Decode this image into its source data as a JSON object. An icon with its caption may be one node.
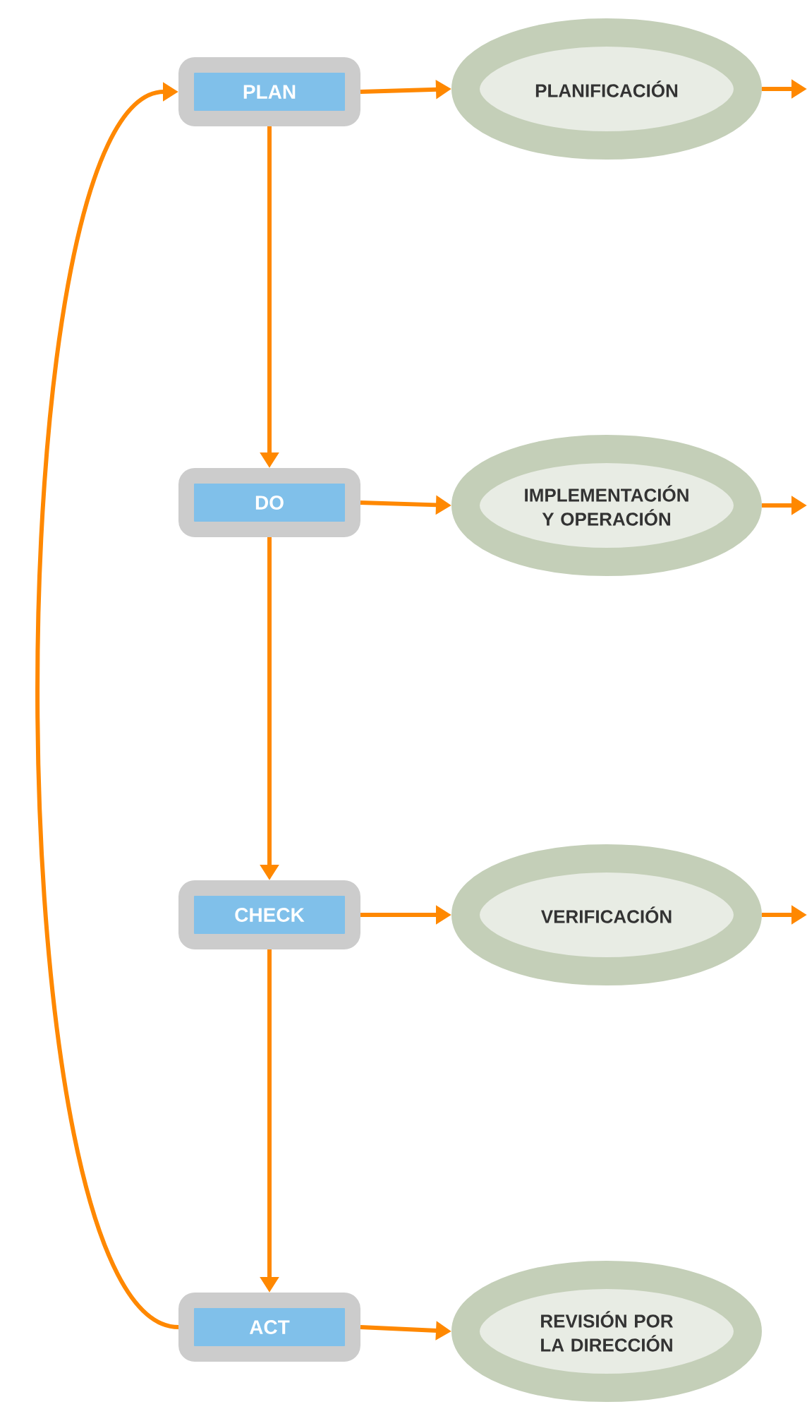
{
  "diagram": {
    "nodes": [
      {
        "text": [
          "PLAN"
        ]
      },
      {
        "text": [
          "PLANIFICACIÓN"
        ]
      },
      {
        "text": [
          "DO"
        ]
      },
      {
        "text": [
          "IMPLEMENTACIÓN Y OPERACIÓN"
        ]
      },
      {
        "text": [
          "CHECK"
        ]
      },
      {
        "text": [
          "VERIFICACIÓN"
        ]
      },
      {
        "text": [
          "ACT"
        ]
      },
      {
        "text": [
          "REVISIÓN POR LA DIRECCIÓN"
        ]
      }
    ],
    "edges": [
      {
        "from": 0,
        "to": 1,
        "arrow": "to"
      },
      {
        "from": 1,
        "to": null,
        "arrow": "to"
      },
      {
        "from": 0,
        "to": 2,
        "arrow": "to"
      },
      {
        "from": 2,
        "to": 3,
        "arrow": "to"
      },
      {
        "from": 3,
        "to": null,
        "arrow": "to"
      },
      {
        "from": 2,
        "to": 4,
        "arrow": "to"
      },
      {
        "from": 4,
        "to": 5,
        "arrow": "to"
      },
      {
        "from": 5,
        "to": null,
        "arrow": "to"
      },
      {
        "from": 4,
        "to": 6,
        "arrow": "to"
      },
      {
        "from": 6,
        "to": 7,
        "arrow": "to"
      },
      {
        "from": 6,
        "to": 0,
        "arrow": "to"
      }
    ]
  }
}
